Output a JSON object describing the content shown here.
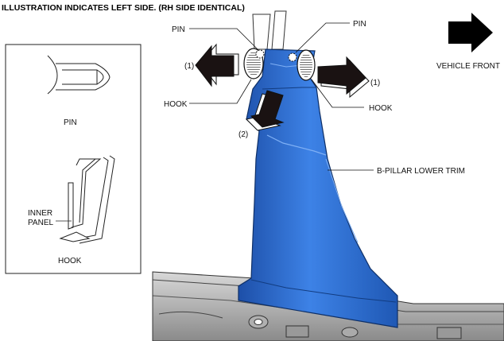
{
  "title": "ILLUSTRATION INDICATES LEFT SIDE. (RH SIDE IDENTICAL)",
  "labels": {
    "pin_left": "PIN",
    "pin_right": "PIN",
    "hook_left": "HOOK",
    "hook_right": "HOOK",
    "step1_left": "(1)",
    "step1_right": "(1)",
    "step2": "(2)",
    "vehicle_front": "VEHICLE FRONT",
    "part_name": "B-PILLAR LOWER TRIM"
  },
  "inset": {
    "pin_caption": "PIN",
    "inner_panel_line1": "INNER",
    "inner_panel_line2": "PANEL",
    "hook_caption": "HOOK"
  },
  "colors": {
    "trim_blue": "#2f6fd6",
    "trim_dark": "#1d4fa8",
    "arrow_black": "#111111"
  }
}
